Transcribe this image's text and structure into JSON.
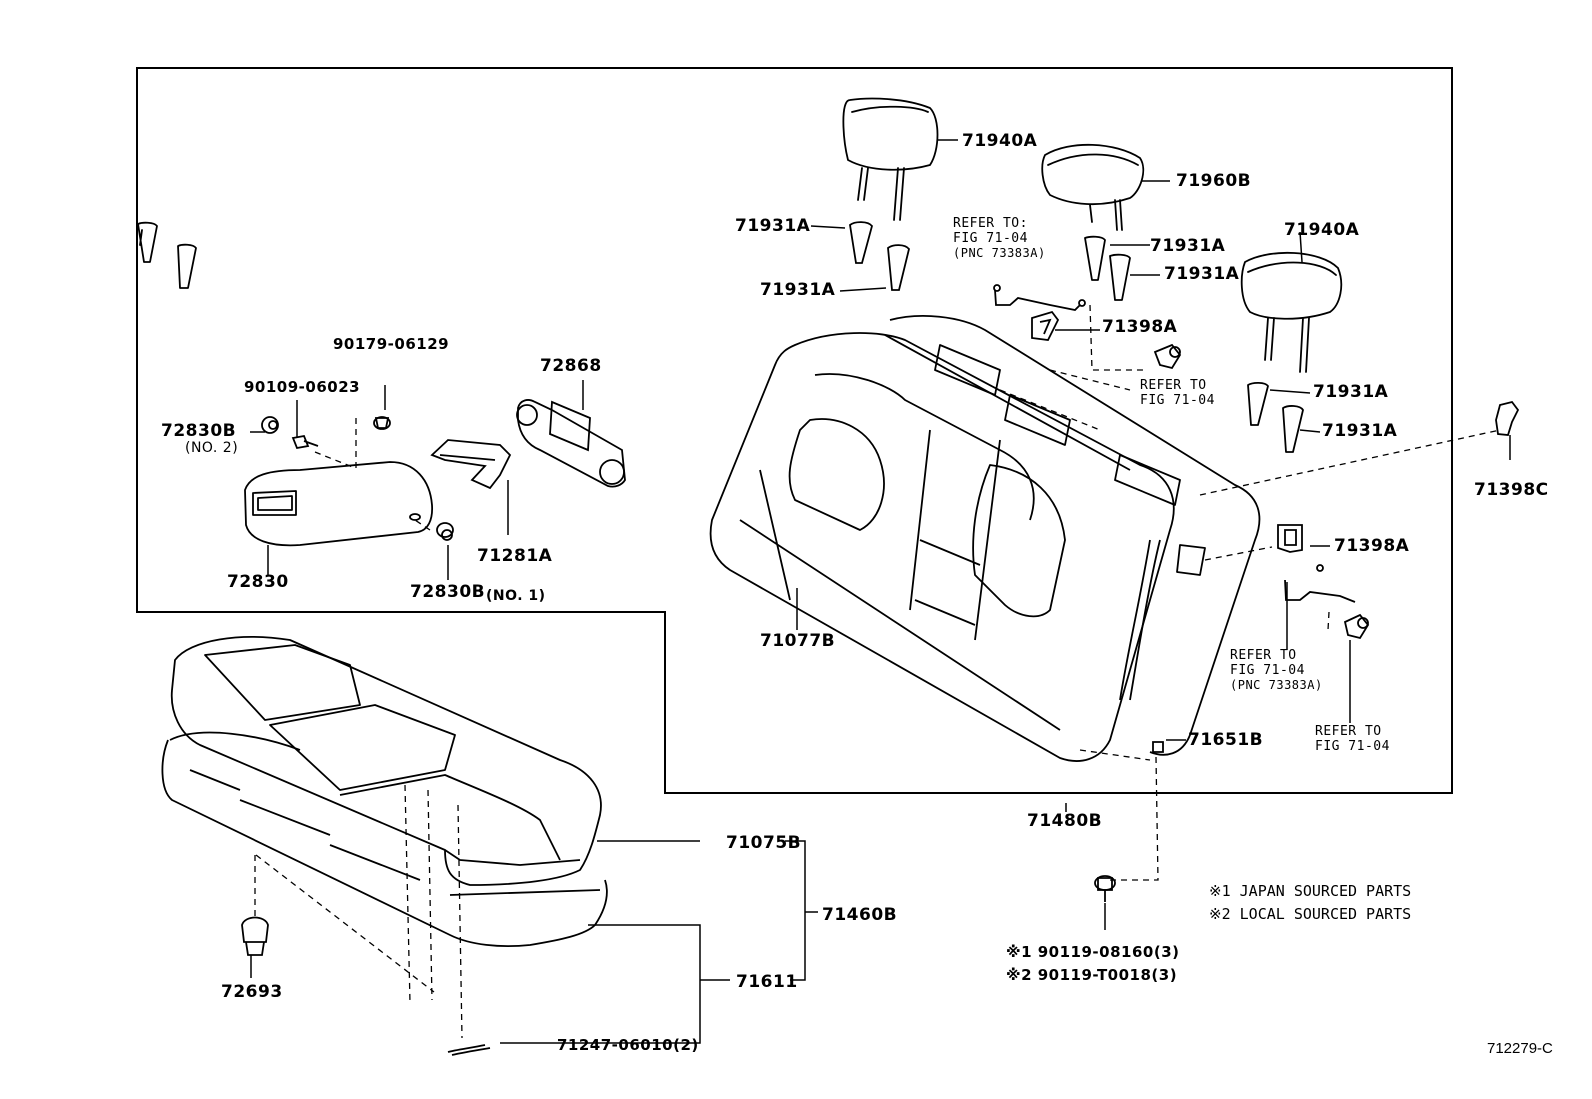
{
  "labels": {
    "p71940A_top": "71940A",
    "p71960B": "71960B",
    "p71940A_right": "71940A",
    "p71931A_1": "71931A",
    "p71931A_2": "71931A",
    "p71931A_3": "71931A",
    "p71931A_4": "71931A",
    "p71931A_5": "71931A",
    "p71931A_6": "71931A",
    "p71398A_top": "71398A",
    "p71398A_right": "71398A",
    "p71398C": "71398C",
    "p72868": "72868",
    "p90179": "90179-06129",
    "p90109": "90109-06023",
    "p72830B_no2": "72830B",
    "no2": "(NO. 2)",
    "p72830": "72830",
    "p72830B_no1": "72830B",
    "no1": "(NO. 1)",
    "p71281A": "71281A",
    "p71077B": "71077B",
    "p71651B": "71651B",
    "p71480B": "71480B",
    "p71075B": "71075B",
    "p71460B": "71460B",
    "p71611": "71611",
    "p72693": "72693",
    "p71247": "71247-06010(2)",
    "bolt1": "※1 90119-08160(3)",
    "bolt2": "※2 90119-T0018(3)"
  },
  "refs": {
    "ref1_l1": "REFER TO:",
    "ref1_l2": "FIG 71-04",
    "ref1_l3": "(PNC 73383A)",
    "ref2_l1": "REFER TO",
    "ref2_l2": "FIG 71-04",
    "ref3_l1": "REFER TO",
    "ref3_l2": "FIG 71-04",
    "ref3_l3": "(PNC 73383A)",
    "ref4_l1": "REFER TO",
    "ref4_l2": "FIG 71-04"
  },
  "notes": {
    "n1": "※1 JAPAN SOURCED PARTS",
    "n2": "※2 LOCAL SOURCED PARTS"
  },
  "figure_id": "712279-C"
}
